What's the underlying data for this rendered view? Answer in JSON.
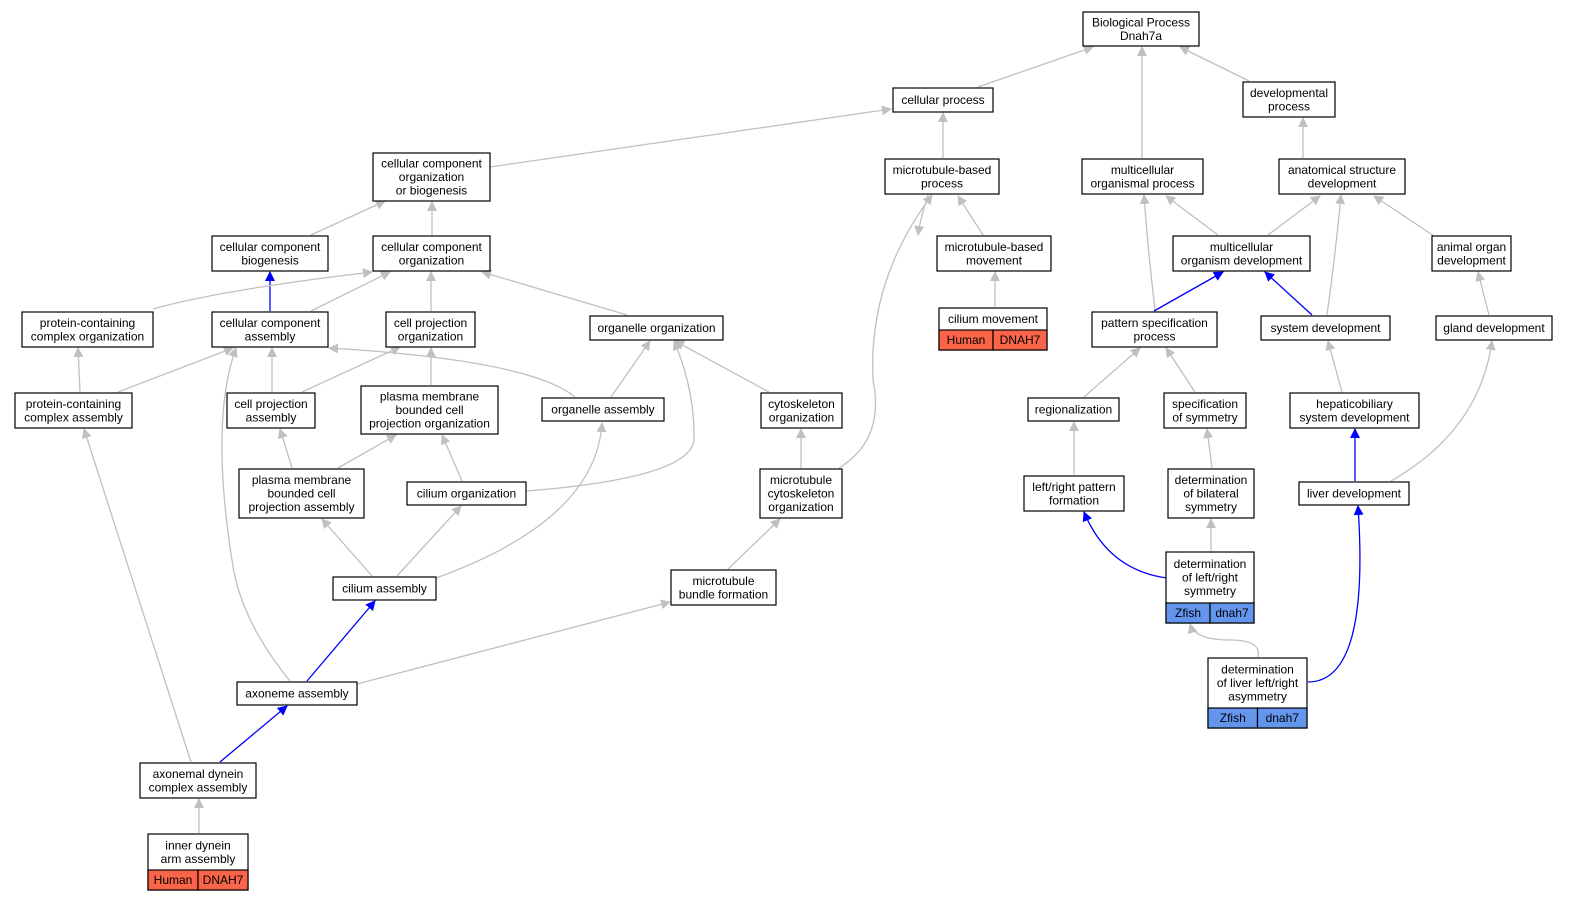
{
  "colors": {
    "edge_default": "#c0c0c0",
    "edge_highlight": "#0000ff",
    "human_cell": "#fa6449",
    "zfish_cell": "#6495ed"
  },
  "nodes": {
    "bp_root": [
      "Biological Process",
      "Dnah7a"
    ],
    "cellular_process": [
      "cellular process"
    ],
    "developmental_process": [
      "developmental",
      "process"
    ],
    "cc_org_biogenesis": [
      "cellular component",
      "organization",
      "or biogenesis"
    ],
    "microtubule_based_process": [
      "microtubule-based",
      "process"
    ],
    "multicellular_organismal_process": [
      "multicellular",
      "organismal process"
    ],
    "anatomical_structure_development": [
      "anatomical structure",
      "development"
    ],
    "cc_biogenesis": [
      "cellular component",
      "biogenesis"
    ],
    "cc_organization": [
      "cellular component",
      "organization"
    ],
    "microtubule_based_movement": [
      "microtubule-based",
      "movement"
    ],
    "multicellular_organism_development": [
      "multicellular",
      "organism development"
    ],
    "animal_organ_development": [
      "animal organ",
      "development"
    ],
    "cilium_movement": [
      "cilium movement"
    ],
    "protein_containing_complex_org": [
      "protein-containing",
      "complex organization"
    ],
    "cc_assembly": [
      "cellular component",
      "assembly"
    ],
    "cell_projection_organization": [
      "cell projection",
      "organization"
    ],
    "organelle_organization": [
      "organelle organization"
    ],
    "pattern_specification_process": [
      "pattern specification",
      "process"
    ],
    "system_development": [
      "system development"
    ],
    "gland_development": [
      "gland development"
    ],
    "protein_containing_complex_assembly": [
      "protein-containing",
      "complex assembly"
    ],
    "cell_projection_assembly": [
      "cell projection",
      "assembly"
    ],
    "pm_bounded_cell_projection_org": [
      "plasma membrane",
      "bounded cell",
      "projection organization"
    ],
    "organelle_assembly": [
      "organelle assembly"
    ],
    "cytoskeleton_organization": [
      "cytoskeleton",
      "organization"
    ],
    "regionalization": [
      "regionalization"
    ],
    "specification_of_symmetry": [
      "specification",
      "of symmetry"
    ],
    "hepaticobiliary_system_development": [
      "hepaticobiliary",
      "system development"
    ],
    "pm_bounded_cell_projection_assembly": [
      "plasma membrane",
      "bounded cell",
      "projection assembly"
    ],
    "cilium_organization": [
      "cilium organization"
    ],
    "microtubule_cytoskeleton_organization": [
      "microtubule",
      "cytoskeleton",
      "organization"
    ],
    "left_right_pattern_formation": [
      "left/right pattern",
      "formation"
    ],
    "determination_of_bilateral_symmetry": [
      "determination",
      "of bilateral",
      "symmetry"
    ],
    "liver_development": [
      "liver development"
    ],
    "determination_left_right_symmetry": [
      "determination",
      "of left/right",
      "symmetry"
    ],
    "cilium_assembly": [
      "cilium assembly"
    ],
    "microtubule_bundle_formation": [
      "microtubule",
      "bundle formation"
    ],
    "determination_liver_lr_asymmetry": [
      "determination",
      "of liver left/right",
      "asymmetry"
    ],
    "axoneme_assembly": [
      "axoneme assembly"
    ],
    "axonemal_dynein_complex_assembly": [
      "axonemal dynein",
      "complex assembly"
    ],
    "inner_dynein_arm_assembly": [
      "inner dynein",
      "arm assembly"
    ]
  },
  "annotations": {
    "cilium_movement": [
      "Human",
      "DNAH7"
    ],
    "inner_dynein_arm_assembly": [
      "Human",
      "DNAH7"
    ],
    "determination_left_right_symmetry": [
      "Zfish",
      "dnah7"
    ],
    "determination_liver_lr_asymmetry": [
      "Zfish",
      "dnah7"
    ]
  }
}
